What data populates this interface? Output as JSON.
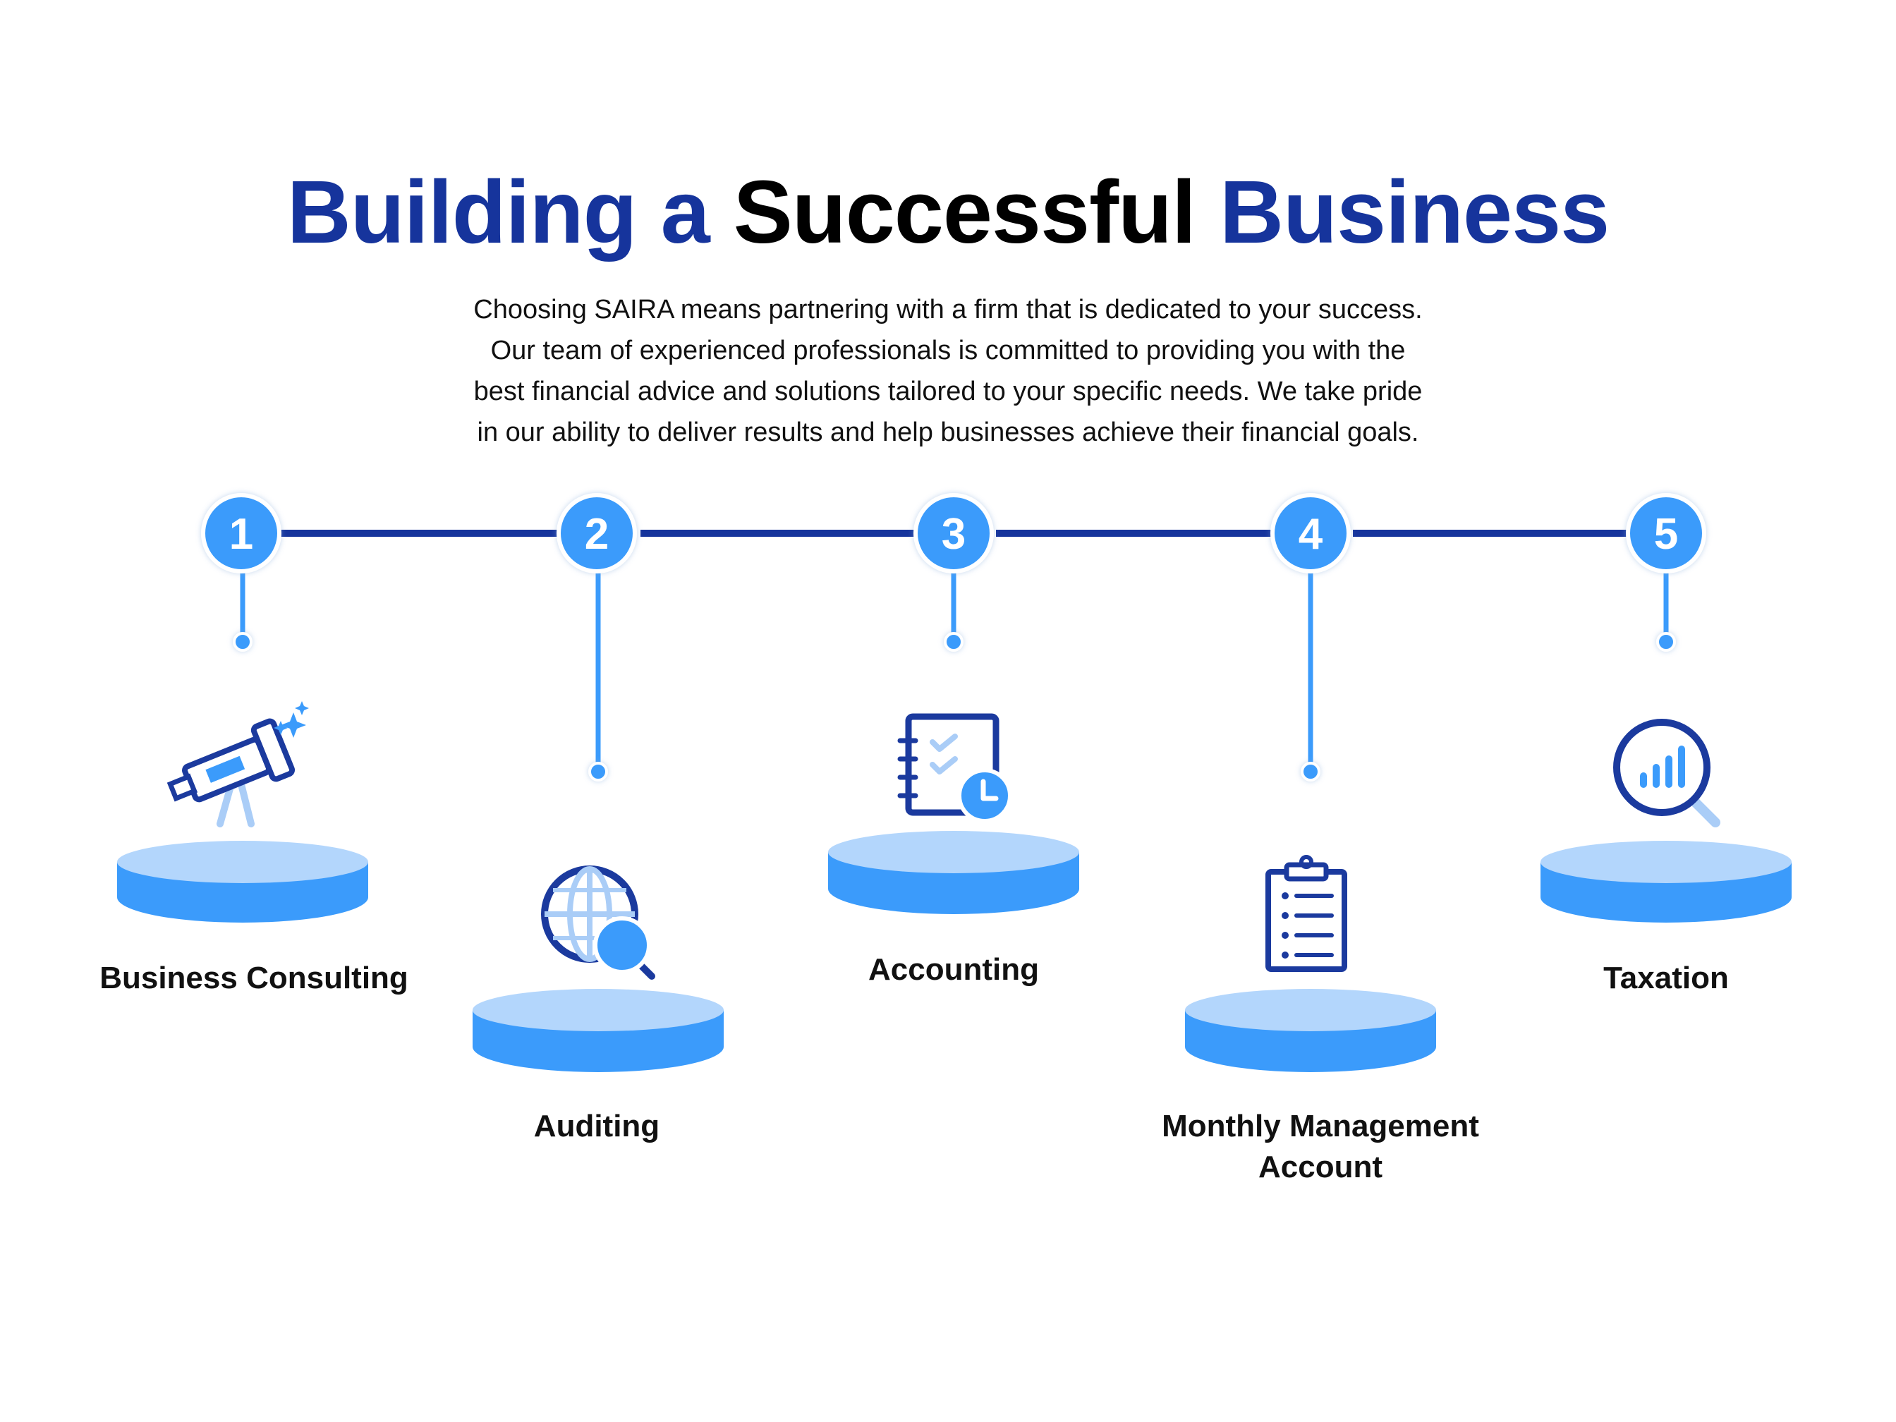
{
  "title": {
    "part1": "Building a ",
    "part2": "Successful",
    "part3": " Business"
  },
  "subtitle": [
    "Choosing SAIRA means partnering with a firm that is dedicated to your success.",
    "Our team of experienced professionals is committed to providing you with the",
    "best financial advice and solutions tailored to your specific needs. We take pride",
    "in our ability to deliver results and help businesses achieve their financial goals."
  ],
  "colors": {
    "title_blue": "#16349c",
    "timeline_line": "#16349c",
    "node_fill": "#3b9bfb",
    "podium_top": "#b3d6fc",
    "podium_side": "#3b9bfb",
    "icon_dark": "#1b3a9e",
    "icon_light": "#aacdf7"
  },
  "steps": [
    {
      "number": "1",
      "label": "Business Consulting",
      "icon": "telescope-icon"
    },
    {
      "number": "2",
      "label": "Auditing",
      "icon": "globe-search-icon"
    },
    {
      "number": "3",
      "label": "Accounting",
      "icon": "notebook-checklist-clock-icon"
    },
    {
      "number": "4",
      "label": "Monthly Management Account",
      "icon": "clipboard-list-icon"
    },
    {
      "number": "5",
      "label": "Taxation",
      "icon": "magnifier-chart-icon"
    }
  ]
}
